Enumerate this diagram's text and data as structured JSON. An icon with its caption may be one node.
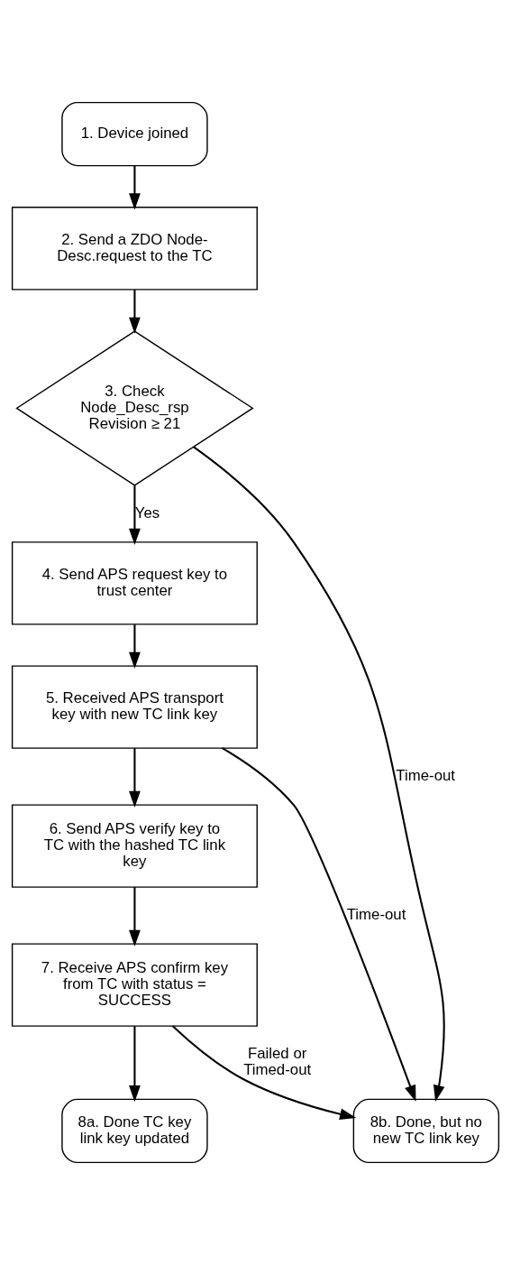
{
  "diagram": {
    "nodes": [
      {
        "text": [
          "1. Device joined"
        ]
      },
      {
        "text": [
          "2. Send a ZDO Node-Desc.request to the TC"
        ]
      },
      {
        "text": [
          "3. Check Node_Desc_rsp Revision ≥ 21"
        ]
      },
      {
        "text": [
          "4. Send APS request key to trust center"
        ]
      },
      {
        "text": [
          "5. Received APS transport key with new TC link key"
        ]
      },
      {
        "text": [
          "6. Send APS verify key to TC with the hashed TC link key"
        ]
      },
      {
        "text": [
          "7. Receive APS confirm key from TC with status = SUCCESS"
        ]
      },
      {
        "text": [
          "8a. Done TC key link key updated"
        ]
      },
      {
        "text": [
          "8b. Done, but no new TC link key"
        ]
      }
    ],
    "edges": [
      {
        "from": 0,
        "to": 1,
        "arrow": "to"
      },
      {
        "from": 1,
        "to": 2,
        "arrow": "to"
      },
      {
        "from": 2,
        "to": 3,
        "arrow": "to",
        "label": "Yes"
      },
      {
        "from": 3,
        "to": 4,
        "arrow": "to"
      },
      {
        "from": 4,
        "to": 5,
        "arrow": "to"
      },
      {
        "from": 5,
        "to": 6,
        "arrow": "to"
      },
      {
        "from": 6,
        "to": 7,
        "arrow": "to"
      },
      {
        "from": 2,
        "to": 8,
        "arrow": "to",
        "label": "Time-out"
      },
      {
        "from": 4,
        "to": 8,
        "arrow": "to",
        "label": "Time-out"
      },
      {
        "from": 6,
        "to": 8,
        "arrow": "to",
        "label": "Failed or Timed-out"
      }
    ]
  }
}
